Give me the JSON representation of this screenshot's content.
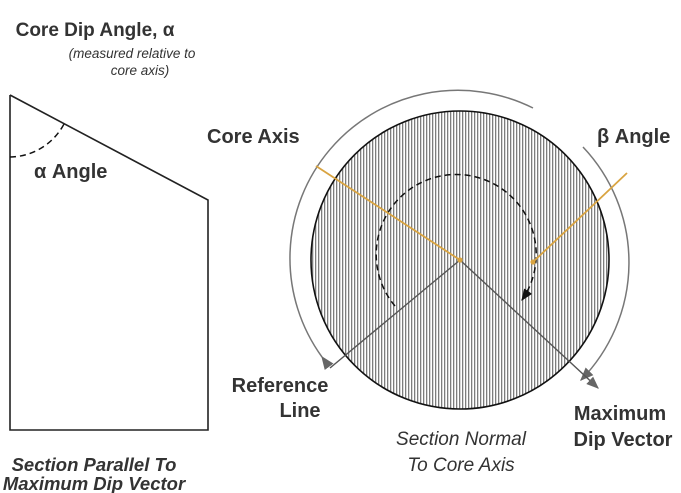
{
  "left_panel": {
    "title": "Core Dip Angle, α",
    "subtitle_line1": "(measured relative to",
    "subtitle_line2": "core axis)",
    "angle_label": "α Angle",
    "caption_line1": "Section Parallel To",
    "caption_line2": "Maximum Dip Vector"
  },
  "right_panel": {
    "core_axis_label": "Core Axis",
    "beta_angle_label": "β Angle",
    "reference_line_line1": "Reference",
    "reference_line_line2": "Line",
    "caption_line1": "Section Normal",
    "caption_line2": "To Core Axis",
    "max_dip_line1": "Maximum",
    "max_dip_line2": "Dip Vector"
  },
  "colors": {
    "text": "#333333",
    "outline": "#222222",
    "axis_orange": "#d9a441",
    "hatch": "#8a8a8a",
    "arrow_gray": "#666666"
  }
}
